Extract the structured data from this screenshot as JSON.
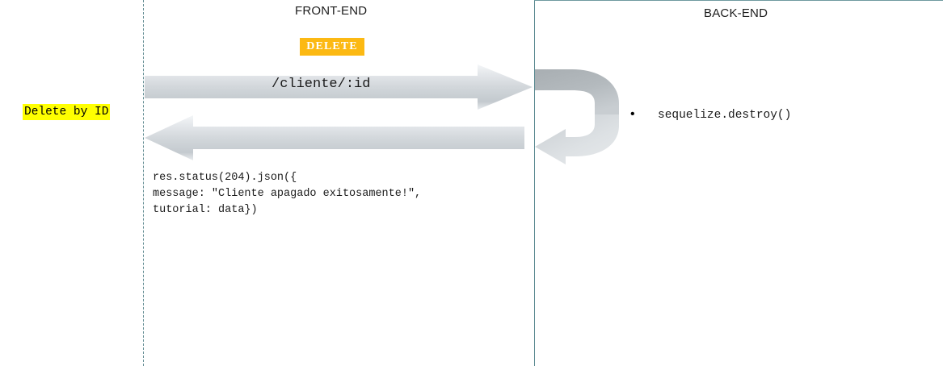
{
  "diagram": {
    "title_left": "FRONT-END",
    "title_right": "BACK-END",
    "operation_label": "Delete by ID",
    "method_badge": "DELETE",
    "request_path": "/cliente/:id",
    "response_code": "res.status(204).json({\nmessage: \"Cliente apagado exitosamente!\",\ntutorial: data})",
    "backend_items": [
      {
        "bullet": "•",
        "text": "sequelize.destroy()"
      }
    ],
    "colors": {
      "badge_background": "#fcb913",
      "badge_text": "#ffffff",
      "highlight": "#ffff00",
      "divider": "#5f8a90",
      "arrow_light": "#f2f4f6",
      "arrow_mid": "#c9cfd4",
      "arrow_dark": "#aab1b6"
    }
  }
}
